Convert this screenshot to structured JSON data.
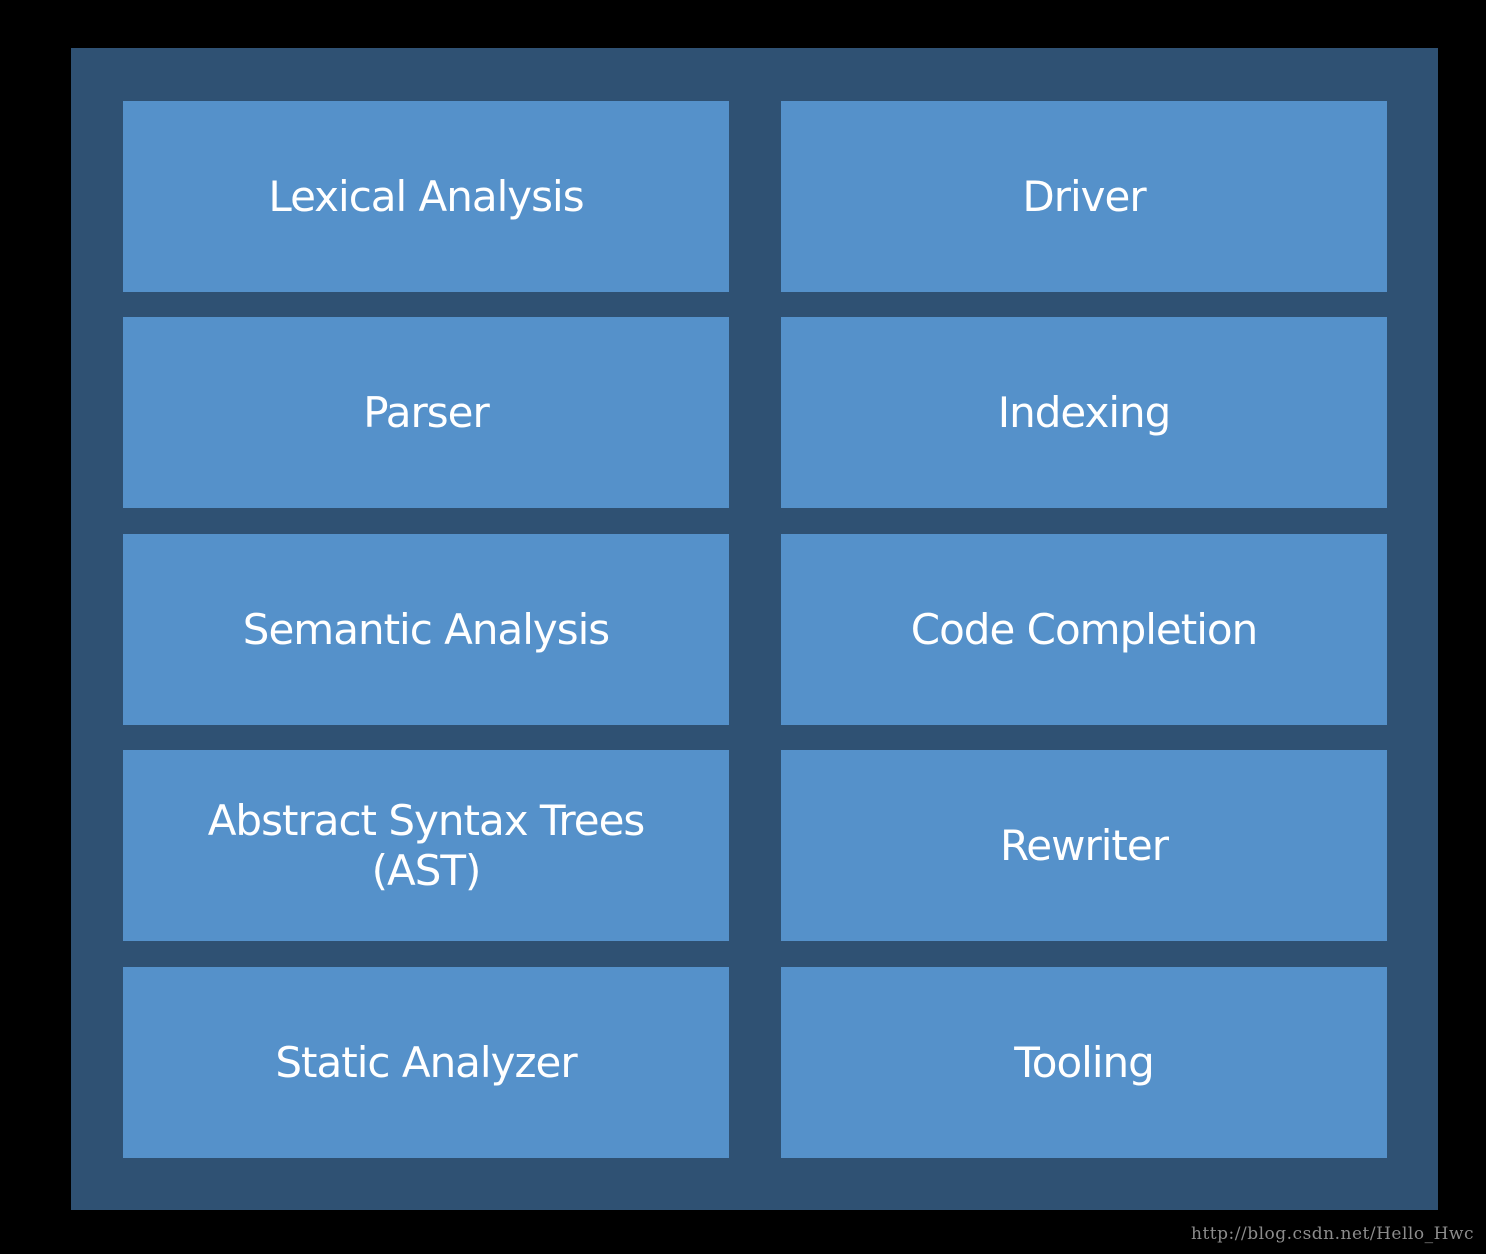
{
  "diagram": {
    "left_column": [
      {
        "label": "Lexical Analysis"
      },
      {
        "label": "Parser"
      },
      {
        "label": "Semantic Analysis"
      },
      {
        "label": "Abstract Syntax Trees\n(AST)"
      },
      {
        "label": "Static Analyzer"
      }
    ],
    "right_column": [
      {
        "label": "Driver"
      },
      {
        "label": "Indexing"
      },
      {
        "label": "Code Completion"
      },
      {
        "label": "Rewriter"
      },
      {
        "label": "Tooling"
      }
    ]
  },
  "watermark": "http://blog.csdn.net/Hello_Hwc",
  "colors": {
    "background": "#000000",
    "panel": "#2f5173",
    "box": "#5591ca",
    "text": "#ffffff"
  }
}
